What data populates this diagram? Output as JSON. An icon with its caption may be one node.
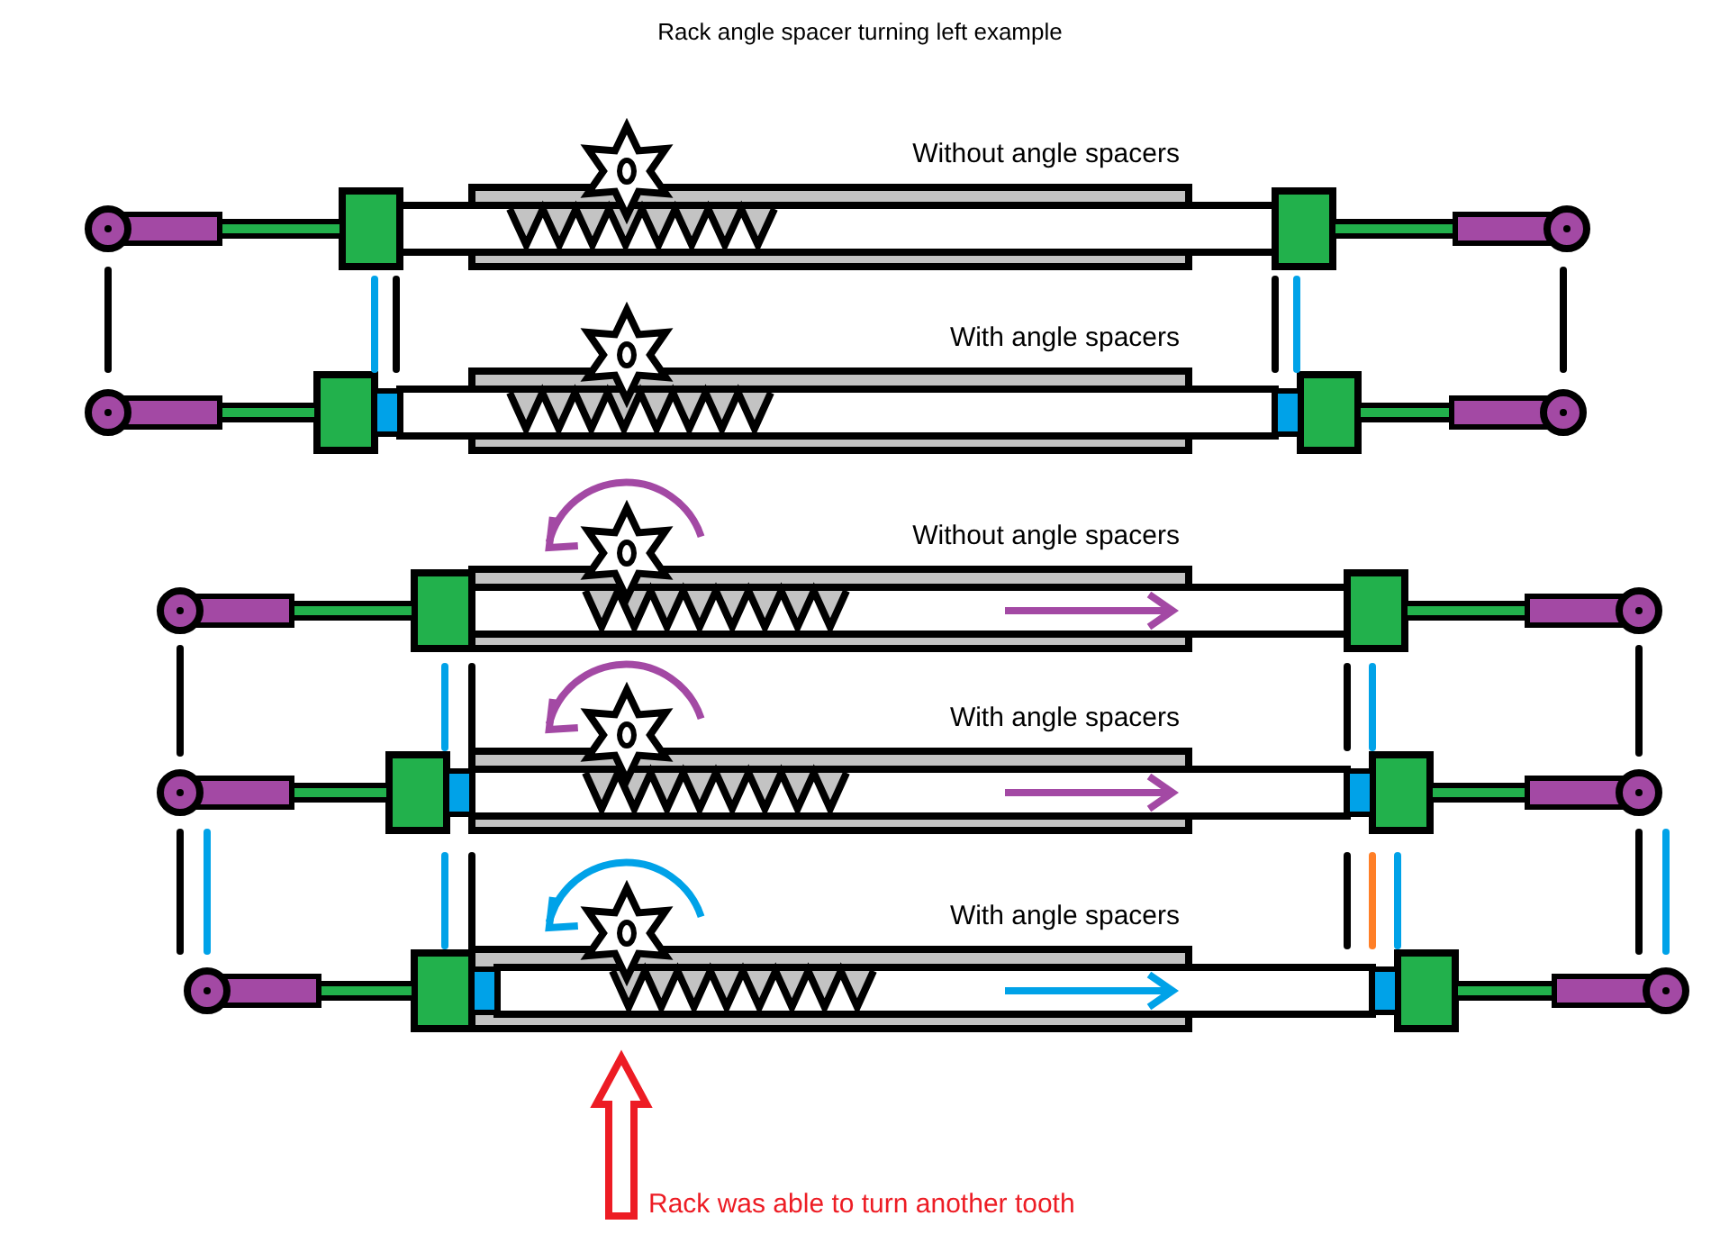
{
  "diagram": {
    "title": "Rack angle spacer turning left example",
    "nodes": [
      {
        "text": [
          "Rack was able to turn another tooth"
        ]
      },
      {
        "text": [],
        "shape": "bar",
        "beside": [
          "Without angle spacers"
        ]
      },
      {
        "text": [],
        "shape": "bar",
        "beside": [
          "With angle spacers"
        ]
      },
      {
        "text": [],
        "shape": "bar",
        "beside": [
          "Without angle spacers"
        ]
      },
      {
        "text": [],
        "shape": "bar",
        "beside": [
          "With angle spacers"
        ]
      },
      {
        "text": [],
        "shape": "bar",
        "beside": [
          "With angle spacers"
        ]
      }
    ],
    "edges": [
      {
        "from": 0,
        "to": 5,
        "arrow": "to",
        "style": "thick",
        "color": "#ed1c24"
      }
    ]
  }
}
